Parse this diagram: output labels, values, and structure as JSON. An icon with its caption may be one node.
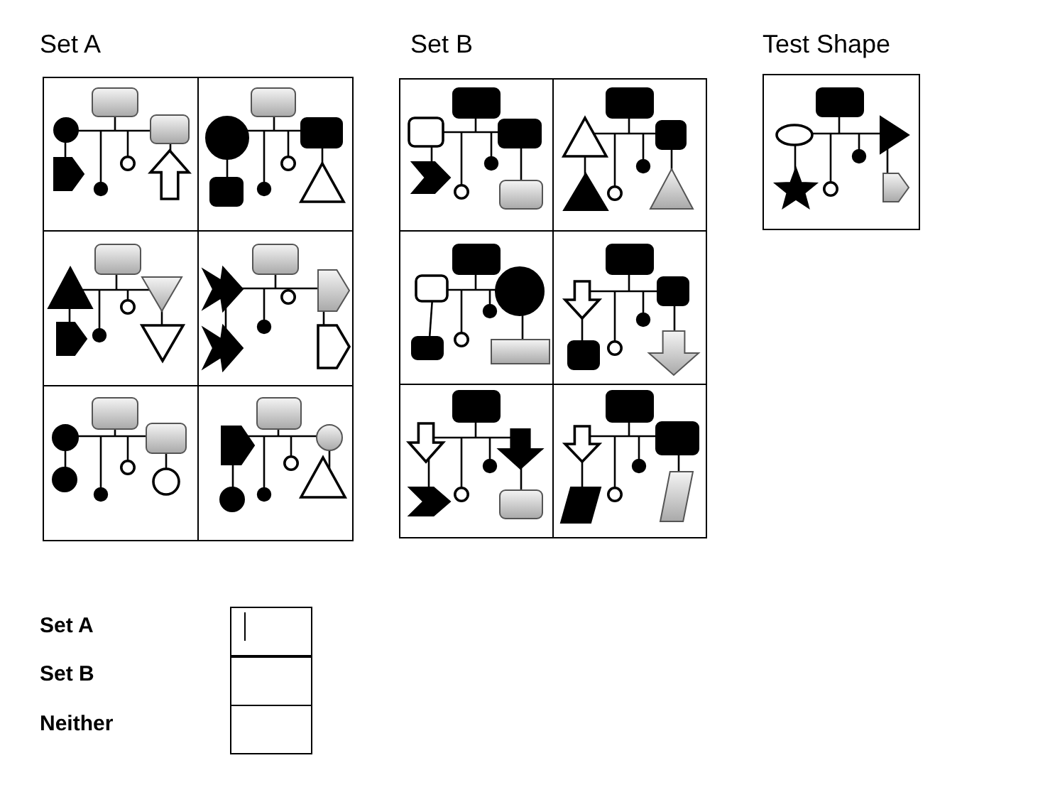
{
  "diagram": {
    "nodes": [
      {
        "text": [
          "Set A"
        ]
      },
      {
        "text": [],
        "shape": "picture",
        "in": 0
      },
      {
        "text": [],
        "shape": "picture",
        "in": 0
      },
      {
        "text": [],
        "shape": "picture",
        "in": 0
      },
      {
        "text": [],
        "shape": "picture",
        "in": 0
      },
      {
        "text": [],
        "shape": "picture",
        "in": 0
      },
      {
        "text": [],
        "shape": "picture",
        "in": 0
      },
      {
        "text": [
          "Set B"
        ]
      },
      {
        "text": [],
        "shape": "picture",
        "in": 7
      },
      {
        "text": [],
        "shape": "picture",
        "in": 7
      },
      {
        "text": [],
        "shape": "picture",
        "in": 7
      },
      {
        "text": [],
        "shape": "picture",
        "in": 7
      },
      {
        "text": [],
        "shape": "picture",
        "in": 7
      },
      {
        "text": [],
        "shape": "picture",
        "in": 7
      },
      {
        "text": [
          "Test Shape"
        ]
      }
    ],
    "labels": [
      "Set A",
      "Set B",
      "Neither"
    ]
  }
}
